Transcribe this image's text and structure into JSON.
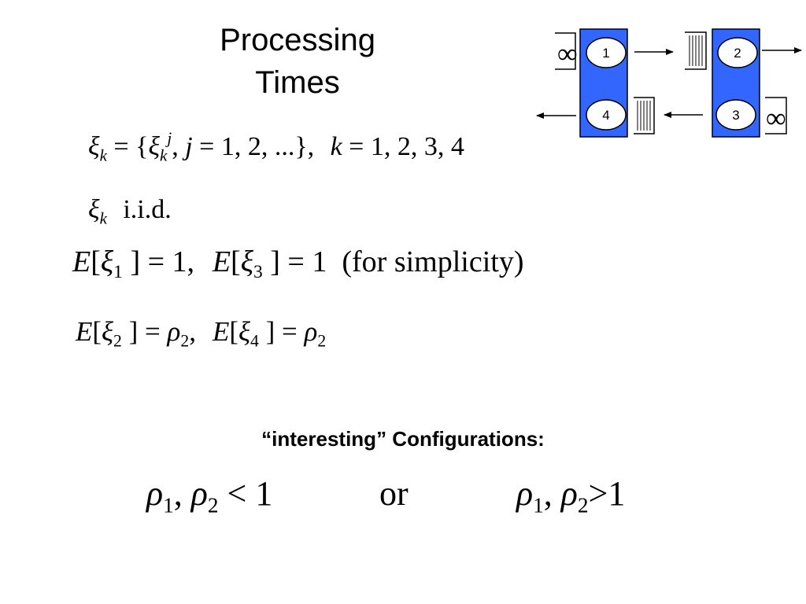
{
  "title": {
    "line1": "Processing",
    "line2": "Times"
  },
  "diagram": {
    "infinity_symbol": "∞",
    "stations": [
      {
        "label": "1"
      },
      {
        "label": "2"
      },
      {
        "label": "3"
      },
      {
        "label": "4"
      }
    ],
    "colors": {
      "machine_fill": "#3366ff",
      "machine_stroke": "#000000"
    }
  },
  "equations": {
    "xi_def": {
      "xi": "ξ",
      "k": "k",
      "eq": "=",
      "open": "{",
      "j": "j",
      "comma": ",",
      "j_range": "= 1, 2, ...",
      "close": "},",
      "k_range": "= 1, 2, 3, 4"
    },
    "iid": {
      "xi": "ξ",
      "k": "k",
      "text": "i.i.d."
    },
    "means_13": {
      "E": "E",
      "open": "[",
      "xi": "ξ",
      "sub1": "1",
      "close1": "] = 1,",
      "sub3": "3",
      "close3": "] = 1",
      "note": "(for simplicity)"
    },
    "means_24": {
      "E": "E",
      "open": "[",
      "xi": "ξ",
      "sub2": "2",
      "mid": "] =",
      "rho": "ρ",
      "rho_sub": "2",
      "comma": ",",
      "sub4": "4"
    }
  },
  "configurations": {
    "heading": "“interesting” Configurations:",
    "rho": "ρ",
    "sub1": "1",
    "sub2": "2",
    "comma": ",",
    "less": "< 1",
    "or": "or",
    "greater": ">1"
  }
}
